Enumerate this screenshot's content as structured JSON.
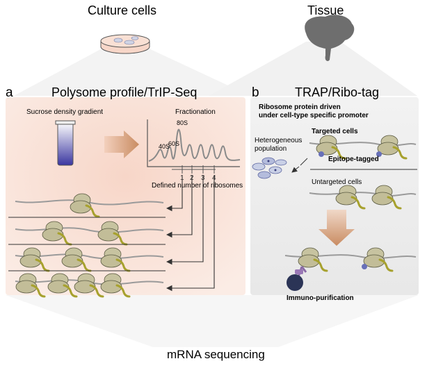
{
  "top": {
    "culture_label": "Culture cells",
    "tissue_label": "Tissue"
  },
  "panel_a": {
    "letter": "a",
    "title": "Polysome profile/TrIP-Seq",
    "gradient_label": "Sucrose density gradient",
    "fractionation_label": "Fractionation",
    "peaks": [
      "40S",
      "60S",
      "80S"
    ],
    "fraction_numbers": [
      "1",
      "2",
      "3",
      "4"
    ],
    "ribosome_count_label": "Defined number of ribosomes"
  },
  "panel_b": {
    "letter": "b",
    "title": "TRAP/Ribo-tag",
    "promoter_line1": "Ribosome protein driven",
    "promoter_line2": "under cell-type specific promoter",
    "heterogeneous_line1": "Heterogeneous",
    "heterogeneous_line2": "population",
    "targeted_label": "Targeted cells",
    "epitope_label": "Epitope-tagged",
    "untargeted_label": "Untargeted cells",
    "immuno_label": "Immuno-purification"
  },
  "bottom": {
    "output_label": "mRNA sequencing"
  },
  "colors": {
    "panel_a_bg": "#f7d9cc",
    "panel_b_bg": "#eeeeee",
    "ribosome": "#c7c3a0",
    "ribosome_stroke": "#5a5a42",
    "peptide": "#a7a12e",
    "epitope": "#6870b8",
    "arrow": "#d8906a",
    "tube": "#2b2a8c"
  }
}
